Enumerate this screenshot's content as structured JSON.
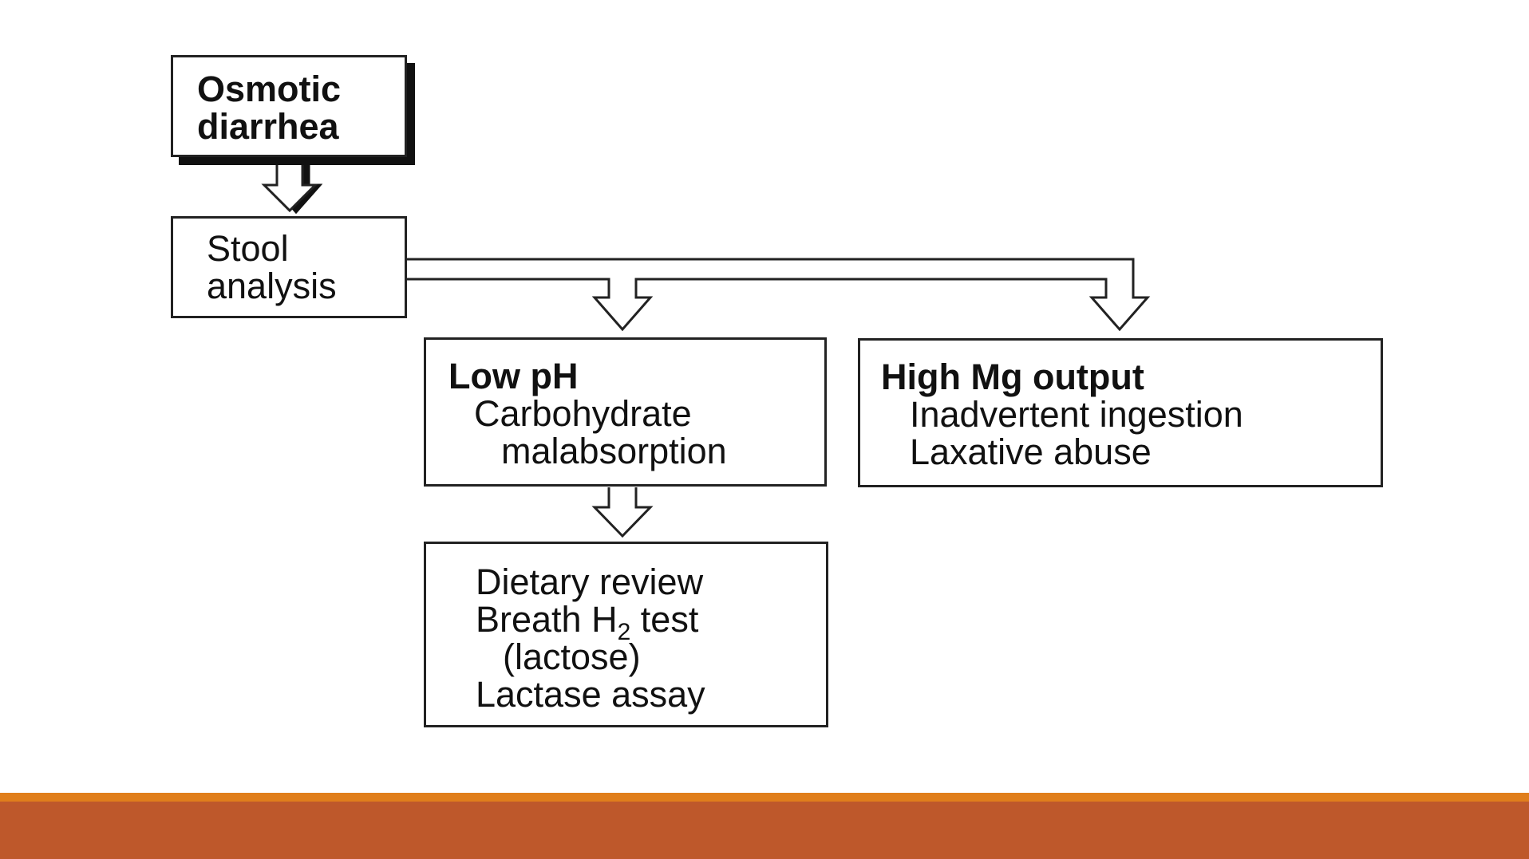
{
  "colors": {
    "footer_line": "#E07E1C",
    "footer_bar": "#BE582B",
    "ink": "#222222"
  },
  "diagram": {
    "nodes": {
      "osmotic": {
        "lines": [
          "Osmotic",
          "diarrhea"
        ]
      },
      "stool": {
        "lines": [
          "Stool",
          "analysis"
        ]
      },
      "low_ph": {
        "heading": "Low pH",
        "lines": [
          "Carbohydrate",
          "malabsorption"
        ]
      },
      "high_mg": {
        "heading": "High Mg output",
        "lines": [
          "Inadvertent ingestion",
          "Laxative abuse"
        ]
      },
      "tests": {
        "line1": "Dietary review",
        "line2_prefix": "Breath H",
        "line2_sub": "2",
        "line2_suffix": " test",
        "line3": "(lactose)",
        "line4": "Lactase assay"
      }
    },
    "edges": [
      {
        "from": "osmotic",
        "to": "stool"
      },
      {
        "from": "stool",
        "to": "low_ph"
      },
      {
        "from": "stool",
        "to": "high_mg"
      },
      {
        "from": "low_ph",
        "to": "tests"
      }
    ]
  }
}
